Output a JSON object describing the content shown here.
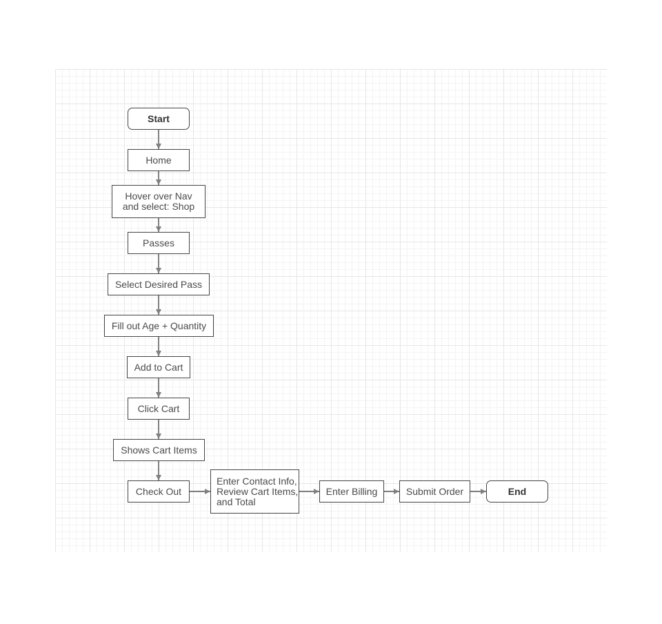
{
  "flowchart": {
    "nodes": [
      {
        "id": "start",
        "label": "Start"
      },
      {
        "id": "home",
        "label": "Home"
      },
      {
        "id": "hover",
        "label": "Hover over Nav and select: Shop"
      },
      {
        "id": "passes",
        "label": "Passes"
      },
      {
        "id": "select",
        "label": "Select Desired Pass"
      },
      {
        "id": "fill",
        "label": "Fill out Age + Quantity"
      },
      {
        "id": "add",
        "label": "Add to Cart"
      },
      {
        "id": "click",
        "label": "Click Cart"
      },
      {
        "id": "shows",
        "label": "Shows Cart Items"
      },
      {
        "id": "checkout",
        "label": "Check Out"
      },
      {
        "id": "contact",
        "label": "Enter Contact Info, Review Cart Items, and Total"
      },
      {
        "id": "billing",
        "label": "Enter Billing"
      },
      {
        "id": "submit",
        "label": "Submit Order"
      },
      {
        "id": "end",
        "label": "End"
      }
    ],
    "edges": [
      [
        "start",
        "home"
      ],
      [
        "home",
        "hover"
      ],
      [
        "hover",
        "passes"
      ],
      [
        "passes",
        "select"
      ],
      [
        "select",
        "fill"
      ],
      [
        "fill",
        "add"
      ],
      [
        "add",
        "click"
      ],
      [
        "click",
        "shows"
      ],
      [
        "shows",
        "checkout"
      ],
      [
        "checkout",
        "contact"
      ],
      [
        "contact",
        "billing"
      ],
      [
        "billing",
        "submit"
      ],
      [
        "submit",
        "end"
      ]
    ],
    "colors": {
      "stroke": "#444444",
      "arrow": "#808080",
      "grid": "#e6e6e6"
    }
  }
}
